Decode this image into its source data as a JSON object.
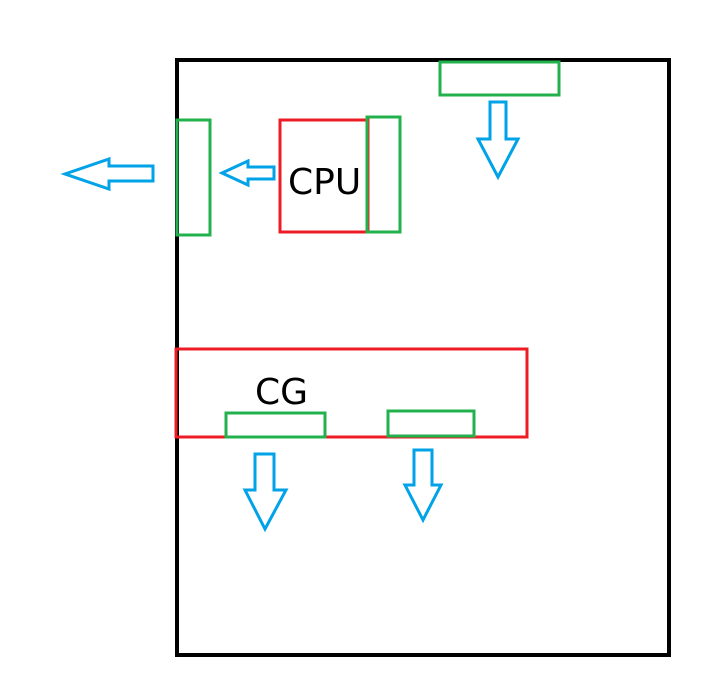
{
  "labels": {
    "cpu": "CPU",
    "gpu": "CG"
  },
  "colors": {
    "case_outline": "#000000",
    "component_outline": "#ed1c24",
    "fan_outline": "#22b14c",
    "airflow_arrow": "#00a2e8"
  },
  "icons": {
    "fan": "rectangle-fan-icon",
    "airflow": "hollow-arrow-icon"
  },
  "airflow": {
    "rear_exhaust_fan": "left",
    "cpu_cooler": "left",
    "top_fan": "down",
    "gpu_fan_left": "down",
    "gpu_fan_right": "down"
  }
}
